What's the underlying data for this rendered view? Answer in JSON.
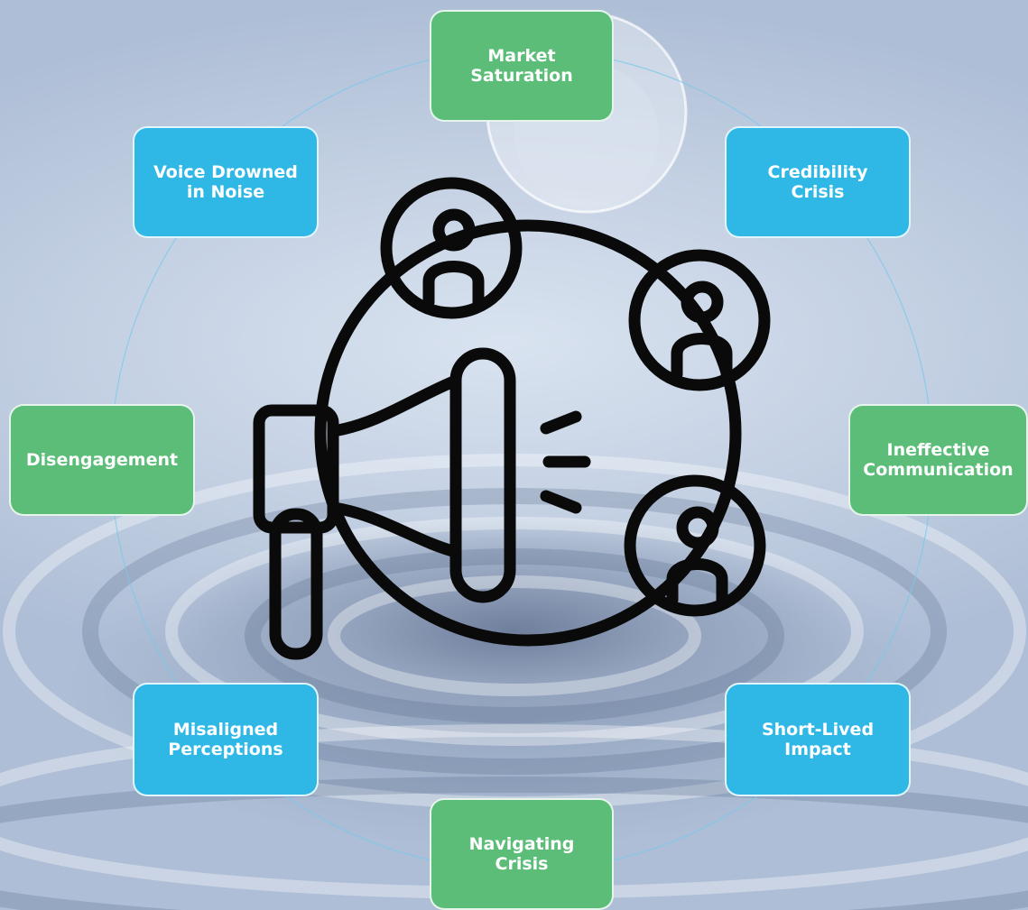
{
  "nodes": [
    {
      "id": "market-saturation",
      "label": "Market\nSaturation",
      "color": "green"
    },
    {
      "id": "credibility-crisis",
      "label": "Credibility\nCrisis",
      "color": "blue"
    },
    {
      "id": "ineffective-communication",
      "label": "Ineffective\nCommunication",
      "color": "green"
    },
    {
      "id": "short-lived-impact",
      "label": "Short-Lived\nImpact",
      "color": "blue"
    },
    {
      "id": "navigating-crisis",
      "label": "Navigating\nCrisis",
      "color": "green"
    },
    {
      "id": "misaligned-perceptions",
      "label": "Misaligned\nPerceptions",
      "color": "blue"
    },
    {
      "id": "disengagement",
      "label": "Disengagement",
      "color": "green"
    },
    {
      "id": "voice-drowned-in-noise",
      "label": "Voice Drowned\nin Noise",
      "color": "blue"
    }
  ],
  "colors": {
    "green": "#5bbd78",
    "blue": "#2fb8e6",
    "icon_stroke": "#0a0a0a",
    "ring": "#78c8eb"
  },
  "center_icon": "megaphone-audience-icon"
}
